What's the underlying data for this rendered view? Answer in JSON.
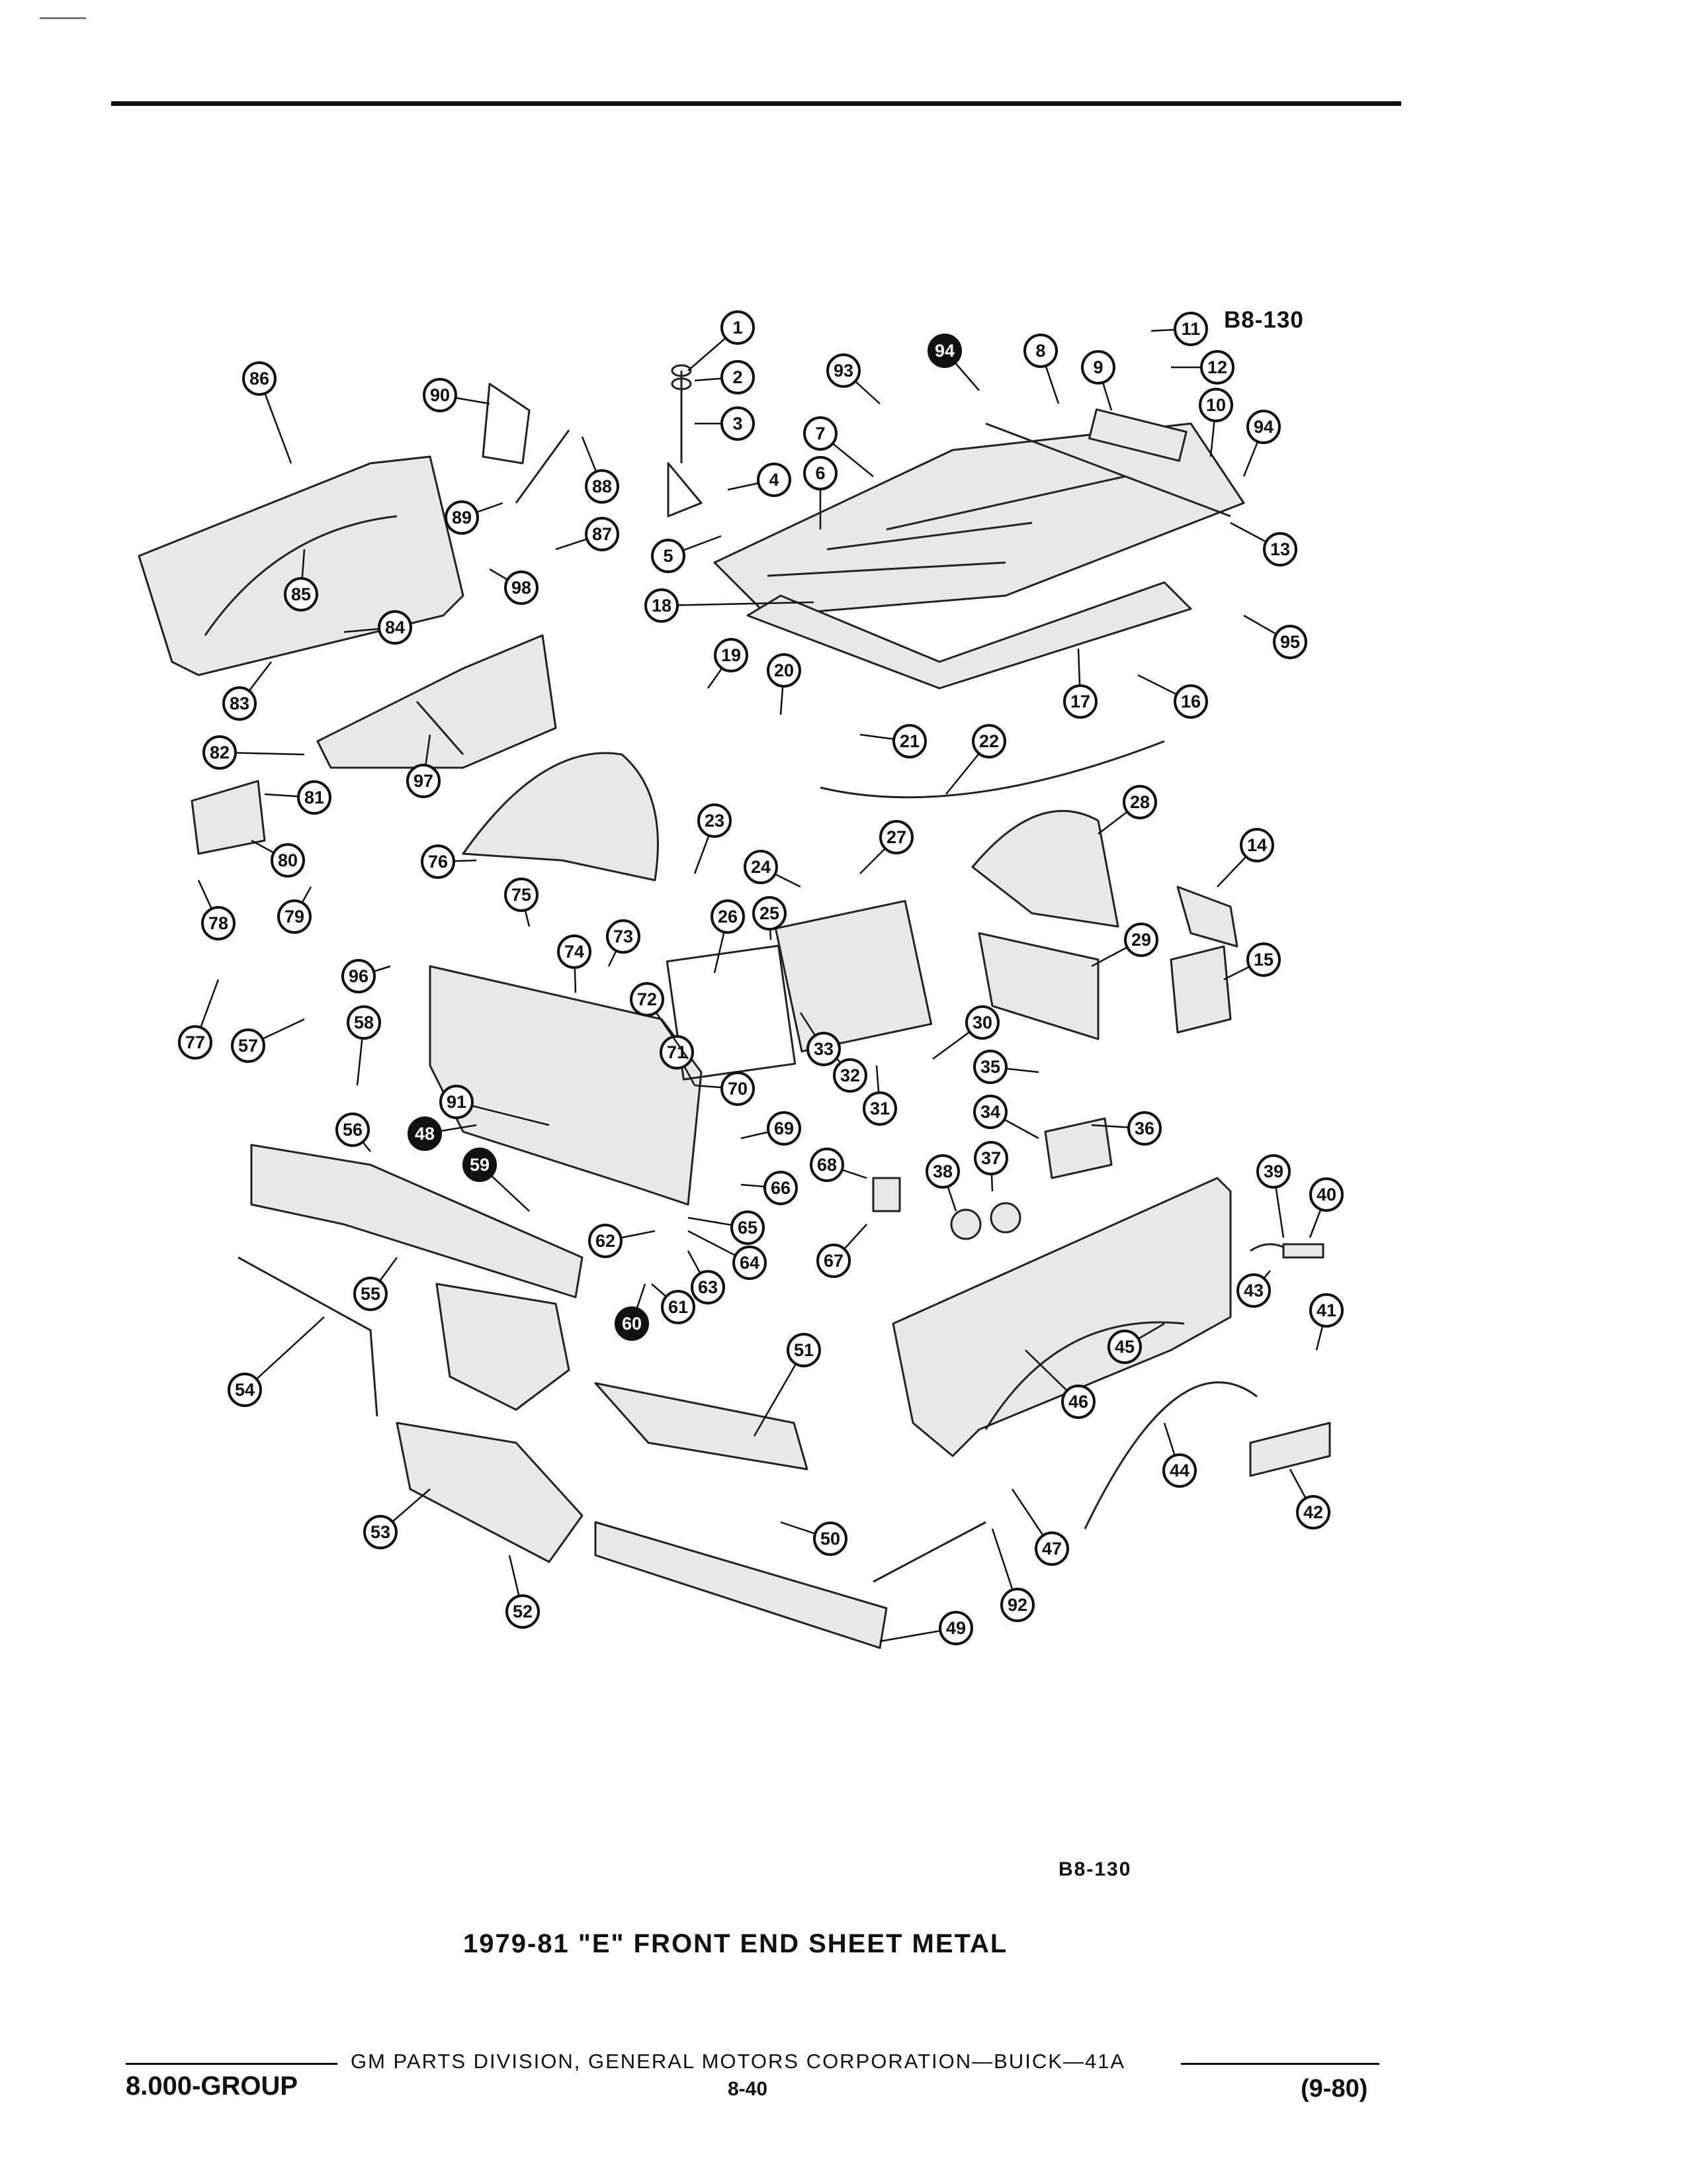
{
  "figure_code_top": "B8-130",
  "figure_code_bottom": "B8-130",
  "title": "1979-81 \"E\" FRONT END SHEET METAL",
  "footer": {
    "publisher": "GM PARTS DIVISION, GENERAL MOTORS CORPORATION—BUICK—41A",
    "group": "8.000-GROUP",
    "page": "8-40",
    "date": "(9-80)"
  },
  "callouts": [
    "1",
    "2",
    "3",
    "4",
    "5",
    "6",
    "7",
    "8",
    "9",
    "10",
    "11",
    "12",
    "13",
    "14",
    "15",
    "16",
    "17",
    "18",
    "19",
    "20",
    "21",
    "22",
    "23",
    "24",
    "25",
    "26",
    "27",
    "28",
    "29",
    "30",
    "31",
    "32",
    "33",
    "34",
    "35",
    "36",
    "37",
    "38",
    "39",
    "40",
    "41",
    "42",
    "43",
    "44",
    "45",
    "46",
    "47",
    "48",
    "49",
    "50",
    "51",
    "52",
    "53",
    "54",
    "55",
    "56",
    "57",
    "58",
    "59",
    "60",
    "61",
    "62",
    "63",
    "64",
    "65",
    "66",
    "67",
    "68",
    "69",
    "70",
    "71",
    "72",
    "73",
    "74",
    "75",
    "76",
    "77",
    "78",
    "79",
    "80",
    "81",
    "82",
    "83",
    "84",
    "85",
    "86",
    "87",
    "88",
    "89",
    "90",
    "91",
    "92",
    "93",
    "94",
    "94",
    "95",
    "96",
    "97",
    "98"
  ]
}
